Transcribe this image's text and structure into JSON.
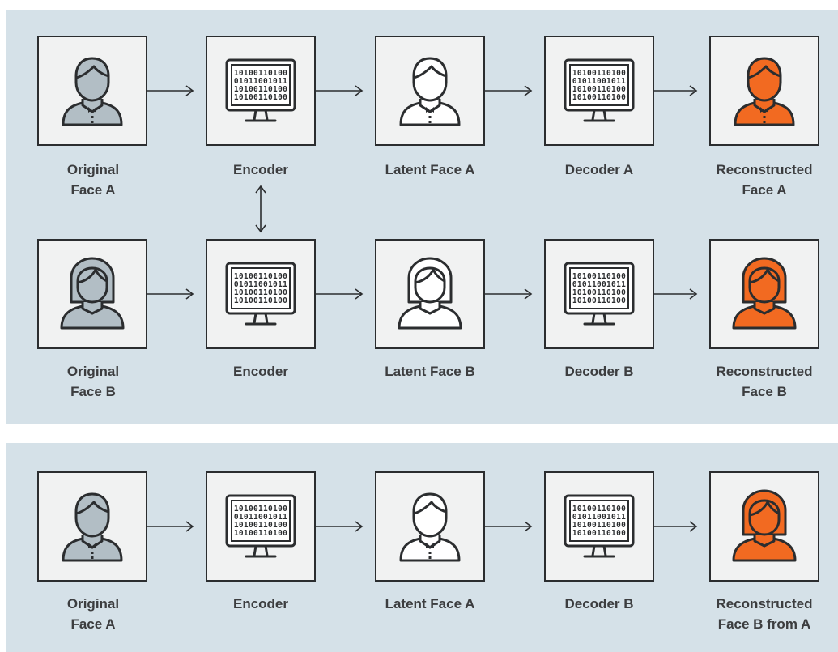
{
  "colors": {
    "panel_bg": "#d5e1e8",
    "box_bg": "#f1f2f2",
    "stroke": "#2b2d2f",
    "original_fill": "#b2bec5",
    "reconstructed_fill": "#f26a21",
    "latent_fill": "#ffffff",
    "label_text": "#3c3d3f"
  },
  "row1": {
    "original": {
      "label": "Original\nFace A",
      "icon": "male-person-icon"
    },
    "encoder": {
      "label": "Encoder",
      "icon": "computer-monitor-binary-icon",
      "screen_text": [
        "10100110100",
        "01011001011",
        "10100110100",
        "10100110100"
      ]
    },
    "latent": {
      "label": "Latent Face A",
      "icon": "male-person-icon"
    },
    "decoder": {
      "label": "Decoder A",
      "icon": "computer-monitor-binary-icon"
    },
    "reconstructed": {
      "label": "Reconstructed\nFace A",
      "icon": "male-person-icon"
    }
  },
  "row2": {
    "original": {
      "label": "Original\nFace B",
      "icon": "female-person-icon"
    },
    "encoder": {
      "label": "Encoder",
      "icon": "computer-monitor-binary-icon"
    },
    "latent": {
      "label": "Latent Face B",
      "icon": "female-person-icon"
    },
    "decoder": {
      "label": "Decoder B",
      "icon": "computer-monitor-binary-icon"
    },
    "reconstructed": {
      "label": "Reconstructed\nFace B",
      "icon": "female-person-icon"
    }
  },
  "row3": {
    "original": {
      "label": "Original\nFace A",
      "icon": "male-person-icon"
    },
    "encoder": {
      "label": "Encoder",
      "icon": "computer-monitor-binary-icon"
    },
    "latent": {
      "label": "Latent Face A",
      "icon": "male-person-icon"
    },
    "decoder": {
      "label": "Decoder B",
      "icon": "computer-monitor-binary-icon"
    },
    "reconstructed": {
      "label": "Reconstructed\nFace B from A",
      "icon": "female-person-icon"
    }
  },
  "shared_encoder_link": "bidirectional-arrow"
}
